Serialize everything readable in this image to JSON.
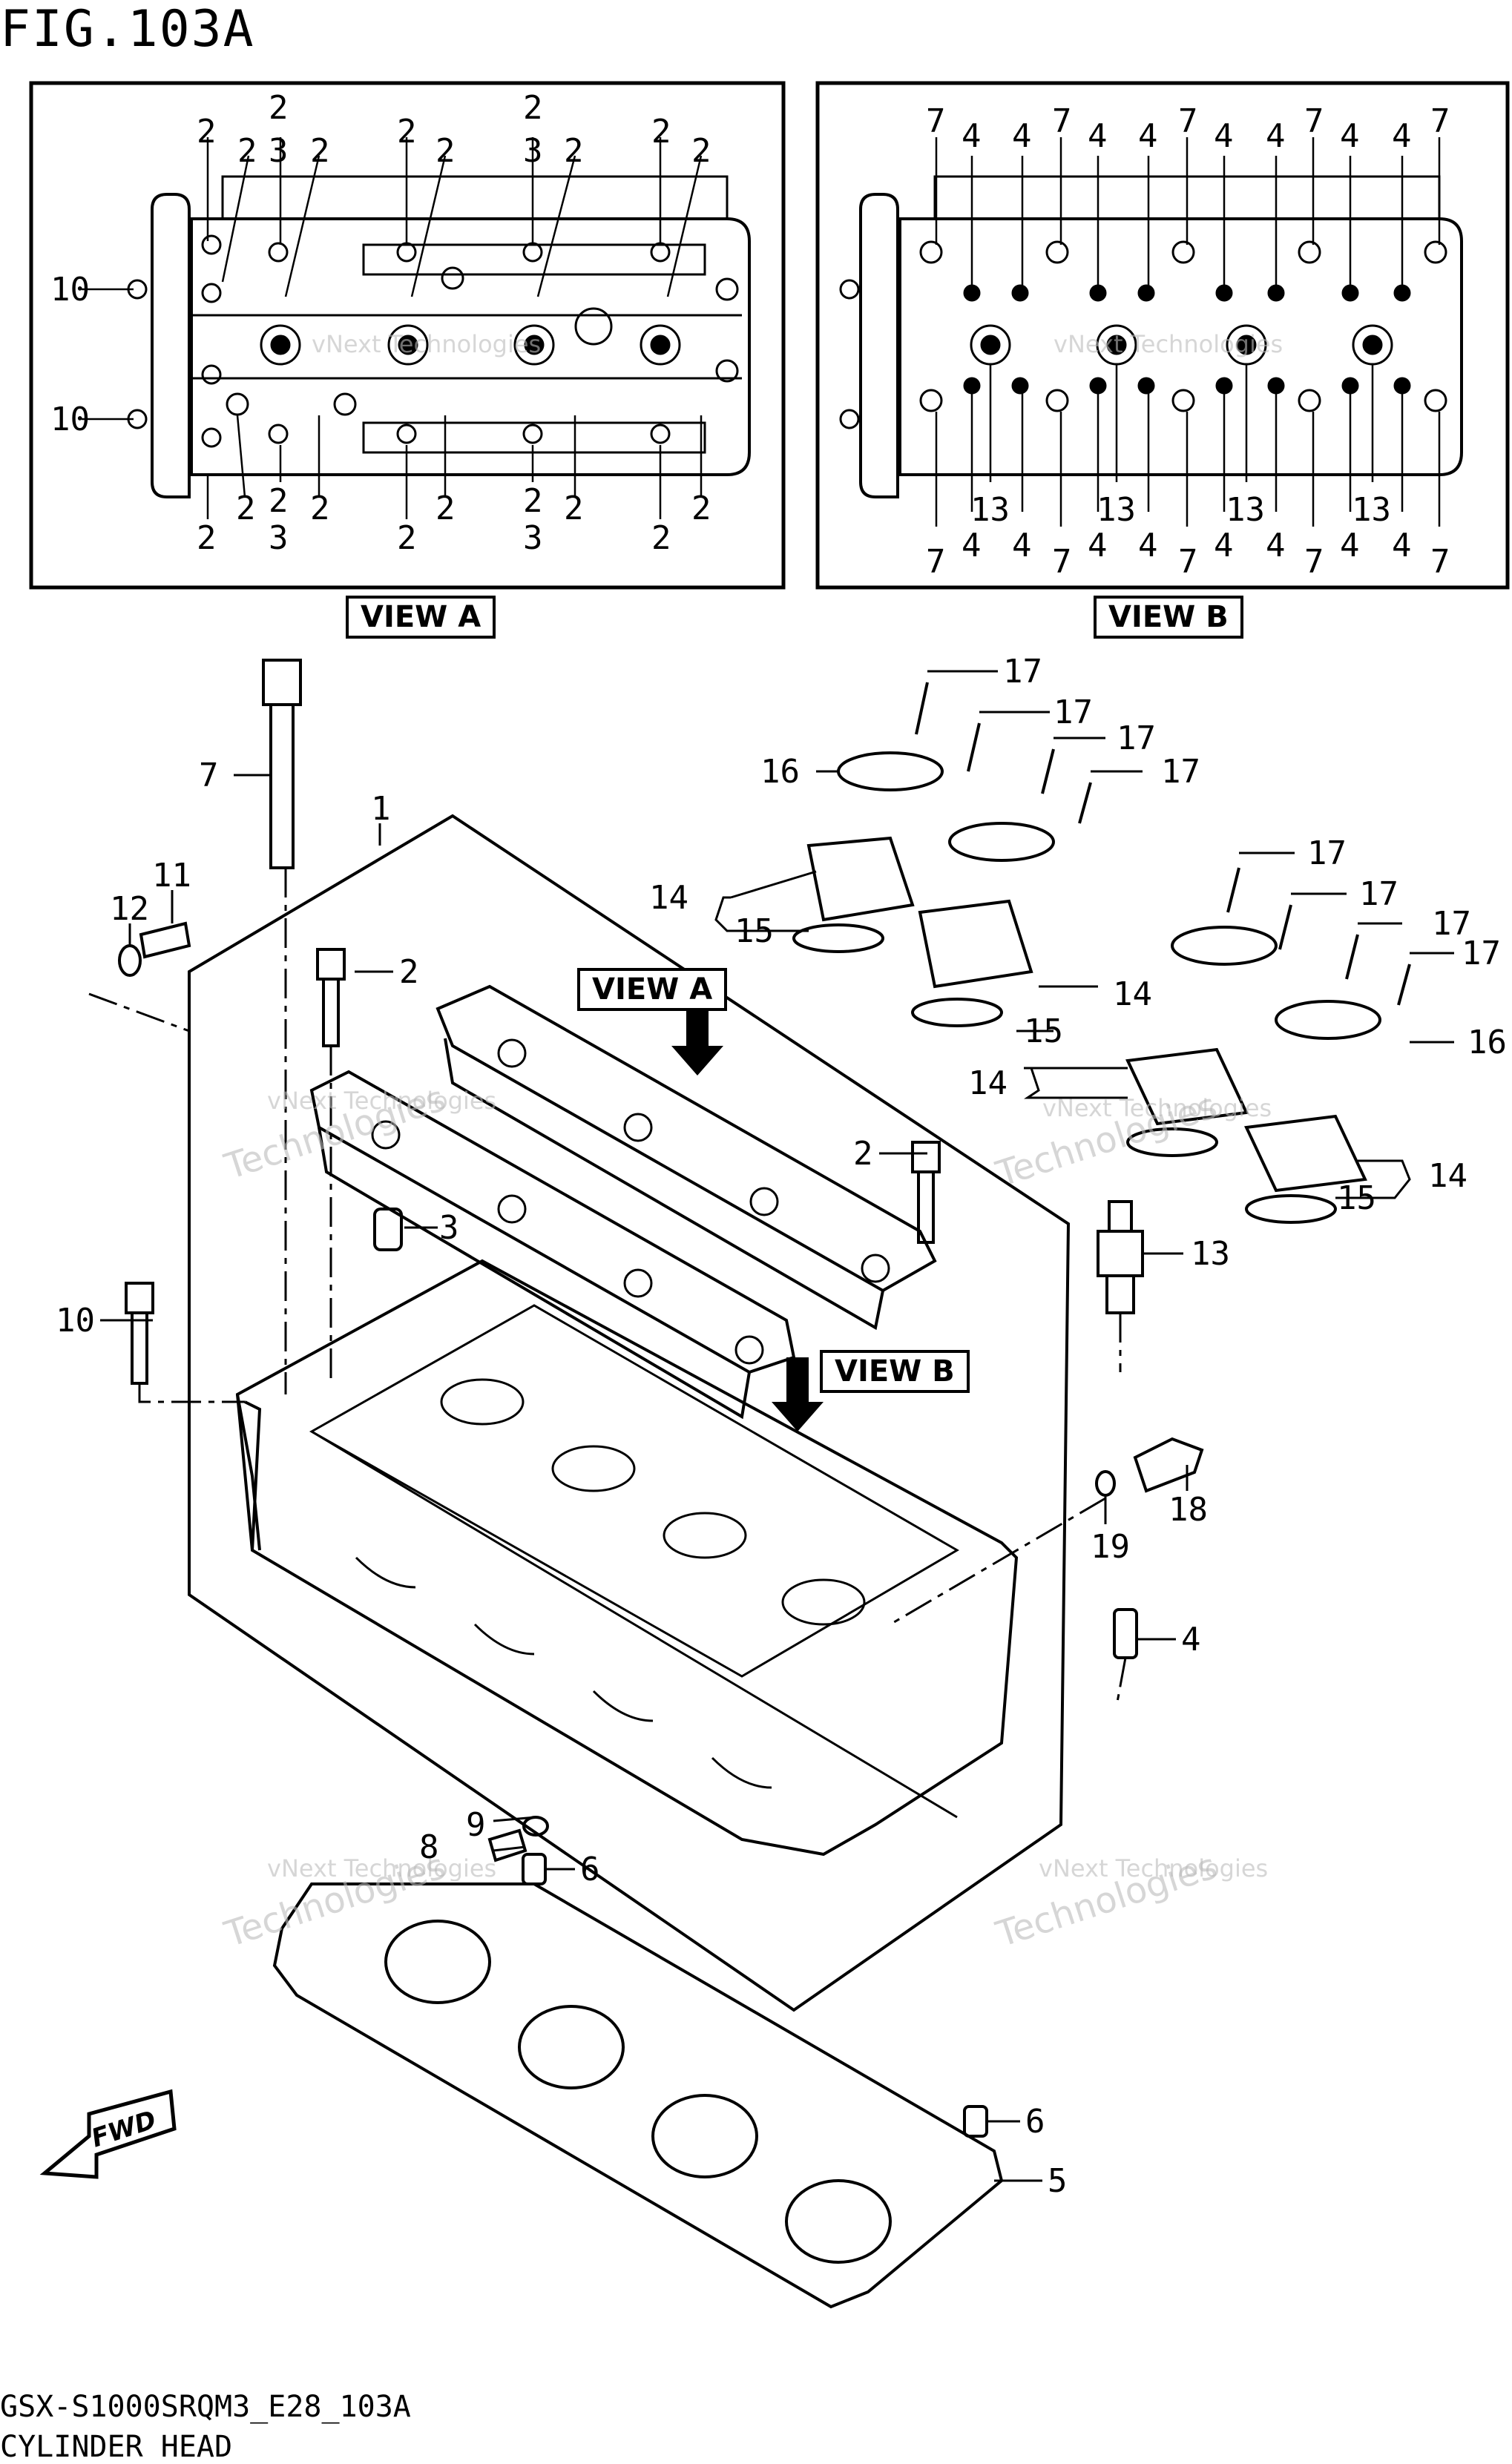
{
  "header": {
    "title": "FIG.103A"
  },
  "footer": {
    "model_code": "GSX-S1000SRQM3_E28_103A",
    "part_group": "CYLINDER HEAD"
  },
  "views": {
    "view_a_label": "VIEW A",
    "view_b_label": "VIEW B"
  },
  "fwd_label": "FWD",
  "watermark": {
    "line1": "vNext Technologies",
    "line2": "Technologies"
  },
  "view_a_callouts": {
    "top": [
      "2",
      "2",
      "2",
      "3",
      "2",
      "2",
      "2",
      "2",
      "3",
      "2",
      "2",
      "2"
    ],
    "left": [
      "10",
      "10"
    ],
    "bottom": [
      "2",
      "2",
      "2",
      "3",
      "2",
      "2",
      "2",
      "2",
      "3",
      "2",
      "2",
      "2"
    ]
  },
  "view_b_callouts": {
    "top": [
      "7",
      "4",
      "4",
      "7",
      "4",
      "4",
      "7",
      "4",
      "4",
      "7",
      "4",
      "4",
      "7"
    ],
    "bottom_13": [
      "13",
      "13",
      "13",
      "13"
    ],
    "bottom": [
      "7",
      "4",
      "4",
      "7",
      "4",
      "4",
      "7",
      "4",
      "4",
      "7",
      "4",
      "4",
      "7"
    ]
  },
  "main_callouts": {
    "c1": "1",
    "c2a": "2",
    "c2b": "2",
    "c3": "3",
    "c4": "4",
    "c5": "5",
    "c6a": "6",
    "c6b": "6",
    "c7": "7",
    "c8": "8",
    "c9": "9",
    "c10": "10",
    "c11": "11",
    "c12": "12",
    "c13": "13",
    "c14a": "14",
    "c14b": "14",
    "c14c": "14",
    "c14d": "14",
    "c15a": "15",
    "c15b": "15",
    "c15c": "15",
    "c16a": "16",
    "c16b": "16",
    "c17a": "17",
    "c17b": "17",
    "c17c": "17",
    "c17d": "17",
    "c17e": "17",
    "c17f": "17",
    "c17g": "17",
    "c17h": "17",
    "c18": "18",
    "c19": "19"
  }
}
